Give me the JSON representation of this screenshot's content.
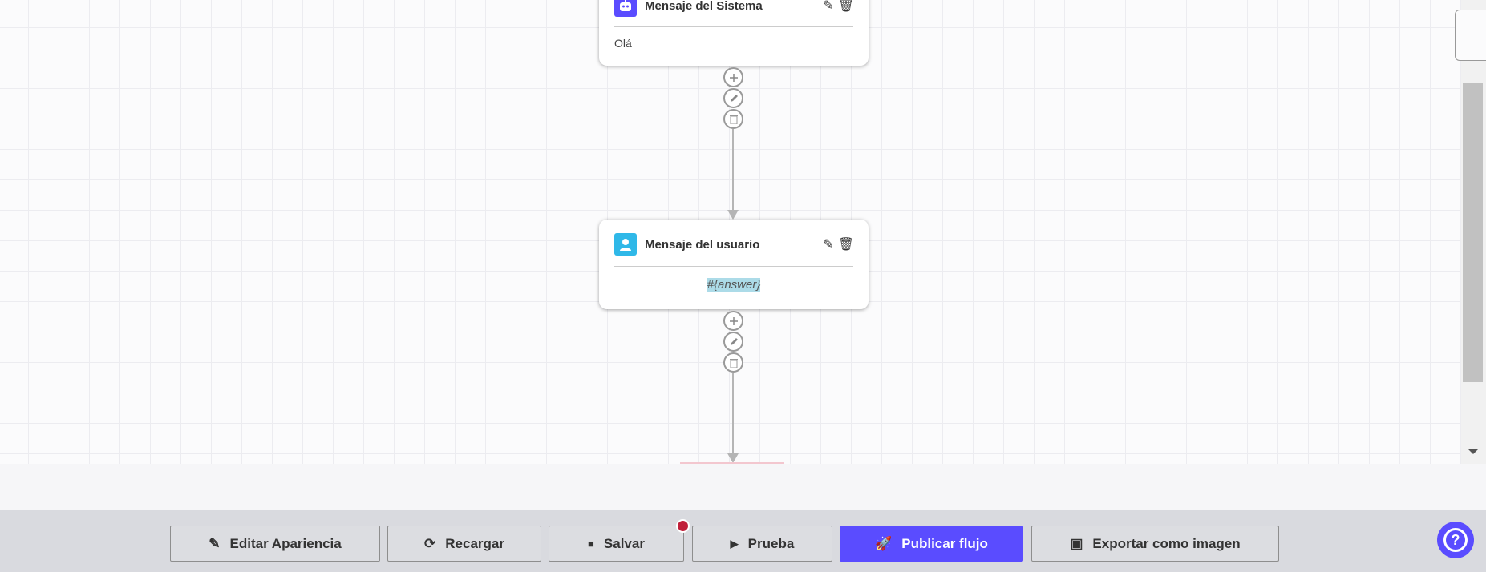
{
  "nodes": [
    {
      "title": "Mensaje del Sistema",
      "icon": "robot-icon",
      "color": "#5a4cff",
      "text": "Olá"
    },
    {
      "title": "Mensaje del usuario",
      "icon": "user-icon",
      "color": "#2fb8e8",
      "text": "#{answer}"
    }
  ],
  "toolbar": {
    "edit_appearance": "Editar Apariencia",
    "reload": "Recargar",
    "save": "Salvar",
    "test": "Prueba",
    "publish": "Publicar flujo",
    "export": "Exportar como imagen"
  },
  "colors": {
    "accent": "#5a4cff",
    "unsaved_dot": "#c0203a"
  }
}
